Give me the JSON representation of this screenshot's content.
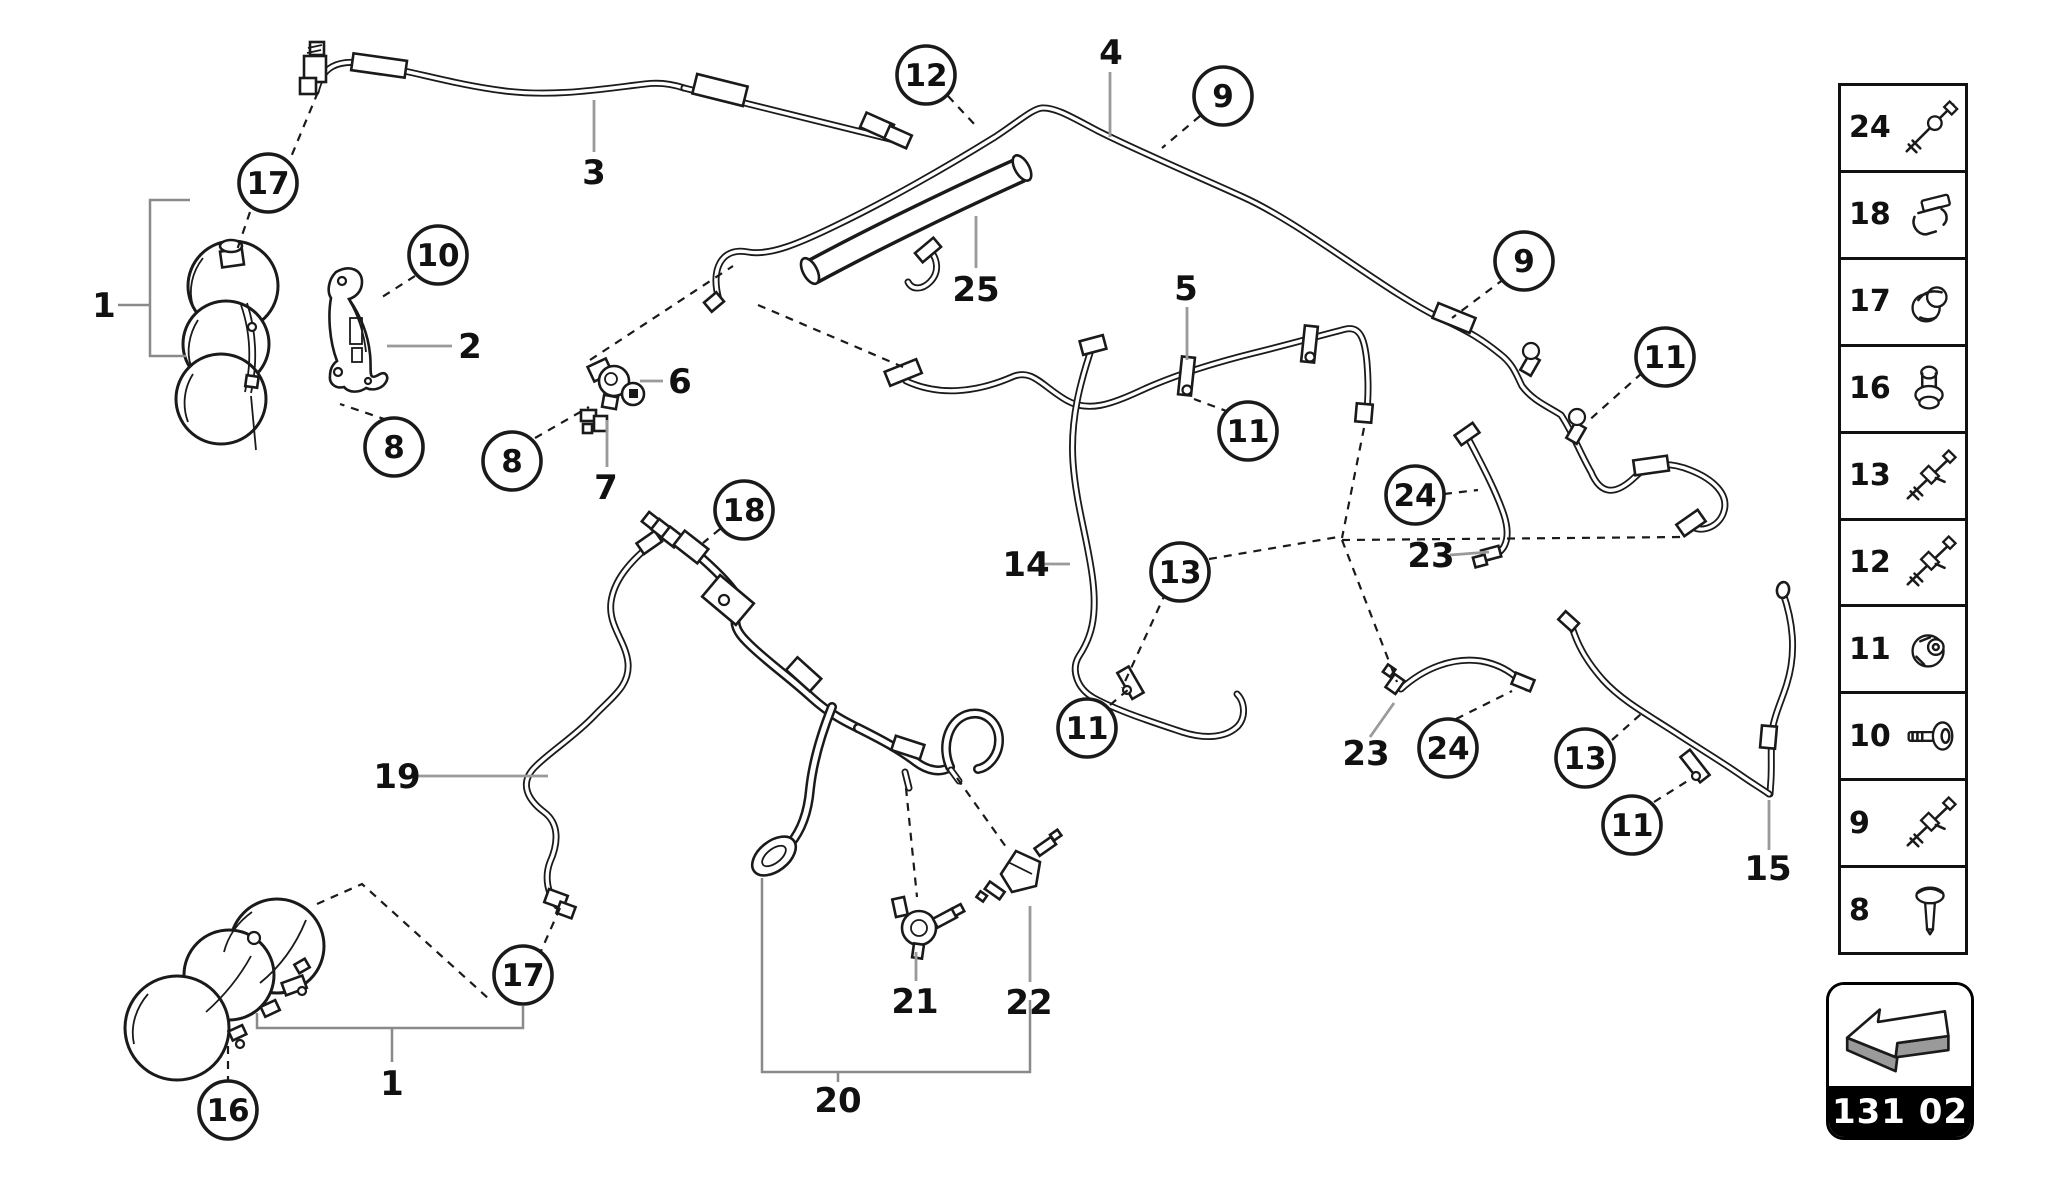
{
  "diagram": {
    "callouts": {
      "c17a": "17",
      "c10": "10",
      "c8a": "8",
      "c8b": "8",
      "c12": "12",
      "c9a": "9",
      "c9b": "9",
      "c11a": "11",
      "c11b": "11",
      "c18": "18",
      "c13a": "13",
      "c24a": "24",
      "c11c": "11",
      "c24b": "24",
      "c13b": "13",
      "c11d": "11",
      "c17b": "17",
      "c16": "16"
    },
    "labels": {
      "l1a": "1",
      "l2": "2",
      "l3": "3",
      "l4": "4",
      "l5": "5",
      "l6": "6",
      "l7": "7",
      "l14": "14",
      "l15": "15",
      "l19": "19",
      "l20": "20",
      "l21": "21",
      "l22": "22",
      "l23a": "23",
      "l23b": "23",
      "l25": "25",
      "l1b": "1"
    }
  },
  "sidebar": {
    "rows": [
      {
        "num": "24",
        "icon": "long-screw-fitting-icon"
      },
      {
        "num": "18",
        "icon": "clip-clamp-icon"
      },
      {
        "num": "17",
        "icon": "rubber-grommet-icon"
      },
      {
        "num": "16",
        "icon": "push-rivet-icon"
      },
      {
        "num": "13",
        "icon": "hose-valve-rod-icon"
      },
      {
        "num": "12",
        "icon": "hose-valve-rod-icon"
      },
      {
        "num": "11",
        "icon": "round-nut-icon"
      },
      {
        "num": "10",
        "icon": "pan-head-screw-icon"
      },
      {
        "num": "9",
        "icon": "hose-valve-rod-icon"
      },
      {
        "num": "8",
        "icon": "dome-screw-icon"
      }
    ]
  },
  "footer": {
    "code": "131 02",
    "icon": "page-back-arrow-icon"
  },
  "colors": {
    "line": "#1a1a1a",
    "leader": "#9a9a9a",
    "footer_bg": "#000000",
    "footer_text": "#ffffff"
  }
}
